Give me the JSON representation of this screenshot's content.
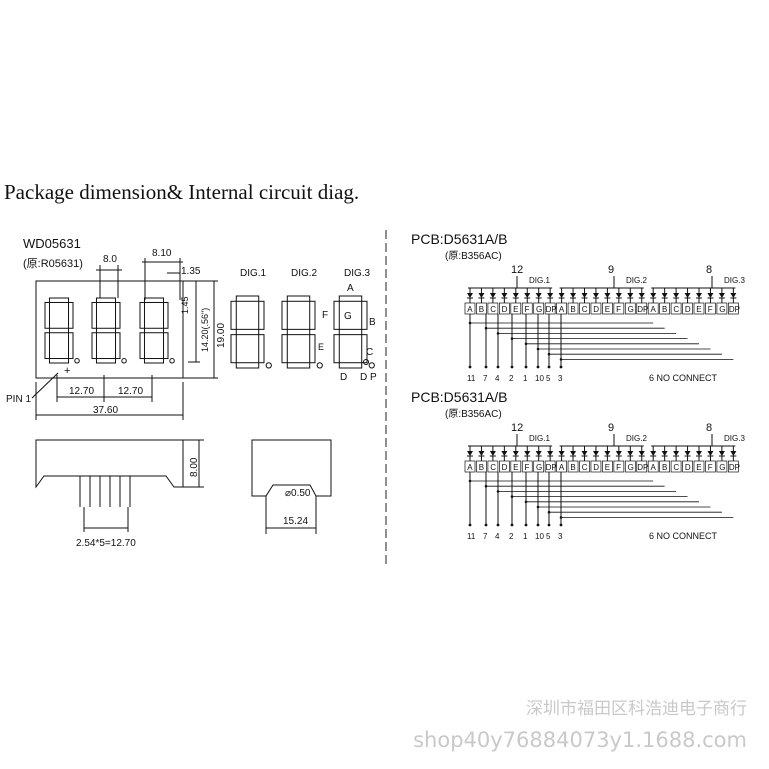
{
  "heading": "Package dimension& Internal circuit diag.",
  "left": {
    "model": "WD05631",
    "alt_model": "(原:R05631)",
    "dims": {
      "d_8_0": "8.0",
      "d_8_10": "8.10",
      "d_1_35": "1.35",
      "d_1_45": "1.45",
      "d_14_20": "14.20(.56\")",
      "d_19_00": "19.00",
      "d_12_70_a": "12.70",
      "d_12_70_b": "12.70",
      "d_37_60": "37.60",
      "d_8_00": "8.00",
      "d_0_50": "⌀0.50",
      "d_15_24": "15.24",
      "d_pitch": "2.54*5=12.70"
    },
    "pin1": "PIN 1",
    "plus": "+",
    "digits": [
      "DIG.1",
      "DIG.2",
      "DIG.3"
    ],
    "segments": {
      "A": "A",
      "B": "B",
      "C": "C",
      "D": "D",
      "E": "E",
      "F": "F",
      "G": "G",
      "DP": "D P"
    }
  },
  "pcbs": [
    {
      "title": "PCB:D5631A/B",
      "alt": "(原:B356AC)",
      "digit_labels": [
        "DIG.1",
        "DIG.2",
        "DIG.3"
      ],
      "common_pins": [
        "12",
        "9",
        "8"
      ],
      "seg_labels": [
        "A",
        "B",
        "C",
        "D",
        "E",
        "F",
        "G",
        "DP",
        "A",
        "B",
        "C",
        "D",
        "E",
        "F",
        "G",
        "DP",
        "A",
        "B",
        "C",
        "D",
        "E",
        "F",
        "G",
        "DP"
      ],
      "pin_numbers": [
        "11",
        "7",
        "4",
        "2",
        "1",
        "10",
        "5",
        "3"
      ],
      "note": "6 NO CONNECT"
    },
    {
      "title": "PCB:D5631A/B",
      "alt": "(原:B356AC)",
      "digit_labels": [
        "DIG.1",
        "DIG.2",
        "DIG.3"
      ],
      "common_pins": [
        "12",
        "9",
        "8"
      ],
      "seg_labels": [
        "A",
        "B",
        "C",
        "D",
        "E",
        "F",
        "G",
        "DP",
        "A",
        "B",
        "C",
        "D",
        "E",
        "F",
        "G",
        "DP",
        "A",
        "B",
        "C",
        "D",
        "E",
        "F",
        "G",
        "DP"
      ],
      "pin_numbers": [
        "11",
        "7",
        "4",
        "2",
        "1",
        "10",
        "5",
        "3"
      ],
      "note": "6 NO CONNECT"
    }
  ],
  "watermark": {
    "line1": "深圳市福田区科浩迪电子商行",
    "line2": "shop40y76884073y1.1688.com"
  }
}
